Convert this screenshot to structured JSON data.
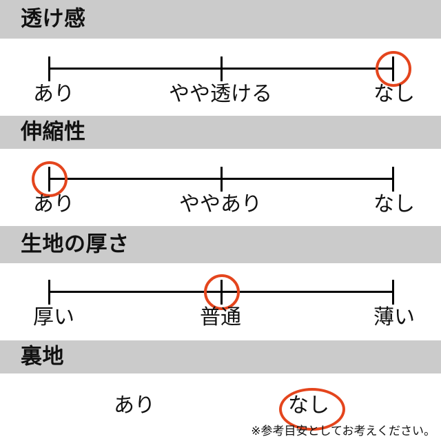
{
  "theme": {
    "band_color": "#CBCBCB",
    "marker_color": "#E4451D",
    "line_color": "#000000",
    "text_color": "#111111",
    "background": "#FFFFFF"
  },
  "sections": [
    {
      "title": "透け感",
      "labels": {
        "left": "あり",
        "mid": "やや透ける",
        "right": "なし"
      },
      "selected": "right"
    },
    {
      "title": "伸縮性",
      "labels": {
        "left": "あり",
        "mid": "ややあり",
        "right": "なし"
      },
      "selected": "left"
    },
    {
      "title": "生地の厚さ",
      "labels": {
        "left": "厚い",
        "mid": "普通",
        "right": "薄い"
      },
      "selected": "mid"
    },
    {
      "title": "裏地",
      "options": {
        "yes": "あり",
        "no": "なし"
      },
      "selected": "no"
    }
  ],
  "footnote": "※参考目安としてお考えください。"
}
